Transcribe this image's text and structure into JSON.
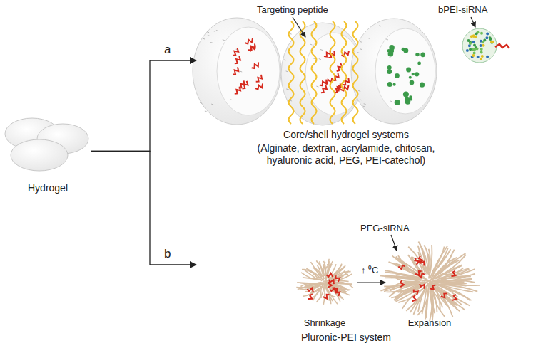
{
  "diagram": {
    "nodes": [
      {
        "text": [
          "Hydrogel"
        ]
      },
      {
        "text": [
          "Core/shell hydrogel systems",
          "(Alginate, dextran, acrylamide, chitosan, hyaluronic acid, PEG, PEI-catechol)"
        ]
      },
      {
        "text": [
          "Pluronic-PEI system"
        ]
      }
    ],
    "edges": [
      {
        "from": 0,
        "to": 1,
        "arrow": "to",
        "label": "a"
      },
      {
        "from": 0,
        "to": 2,
        "arrow": "to",
        "label": "b"
      }
    ],
    "labels": [
      "Targeting peptide",
      "bPEI-siRNA",
      "PEG-siRNA",
      "↑ ⁰C",
      "Shrinkage",
      "Expansion"
    ]
  }
}
